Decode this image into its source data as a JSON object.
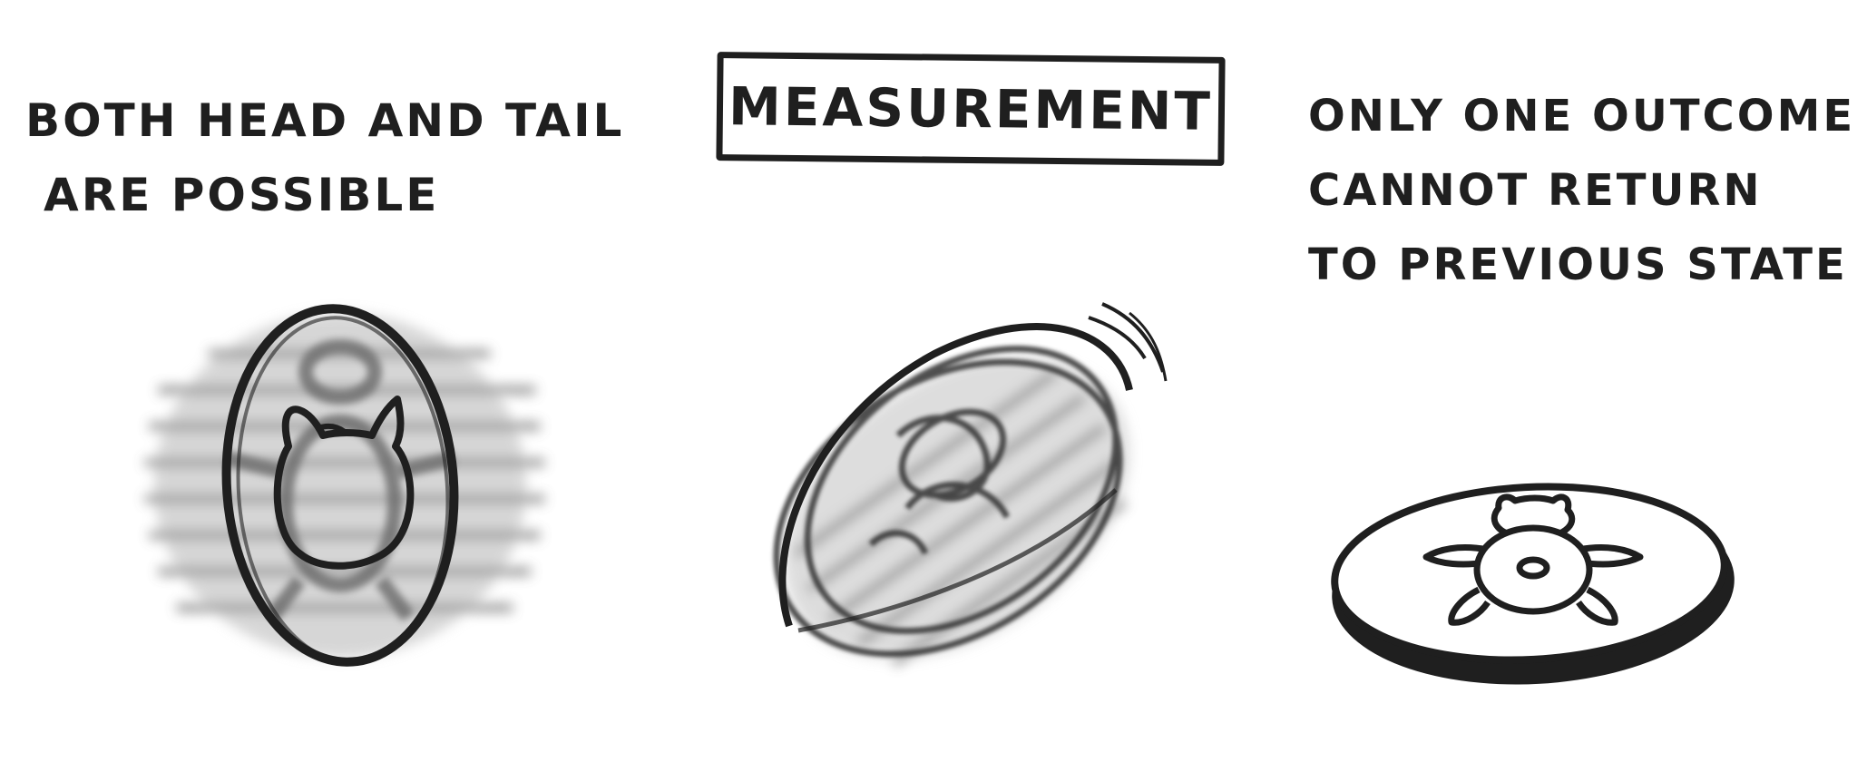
{
  "left_caption": {
    "line1": "BOTH HEAD AND TAIL",
    "line2": "ARE POSSIBLE"
  },
  "title": {
    "label": "MEASUREMENT"
  },
  "right_caption": {
    "line1": "ONLY ONE OUTCOME",
    "line2": "CANNOT RETURN",
    "line3": "TO PREVIOUS STATE"
  },
  "colors": {
    "ink": "#1f1f1f",
    "blur": "#6a6a6a",
    "paper": "#ffffff"
  },
  "icons": {
    "left": "spinning-coin-icon",
    "middle": "tumbling-coin-icon",
    "right": "landed-coin-icon"
  }
}
